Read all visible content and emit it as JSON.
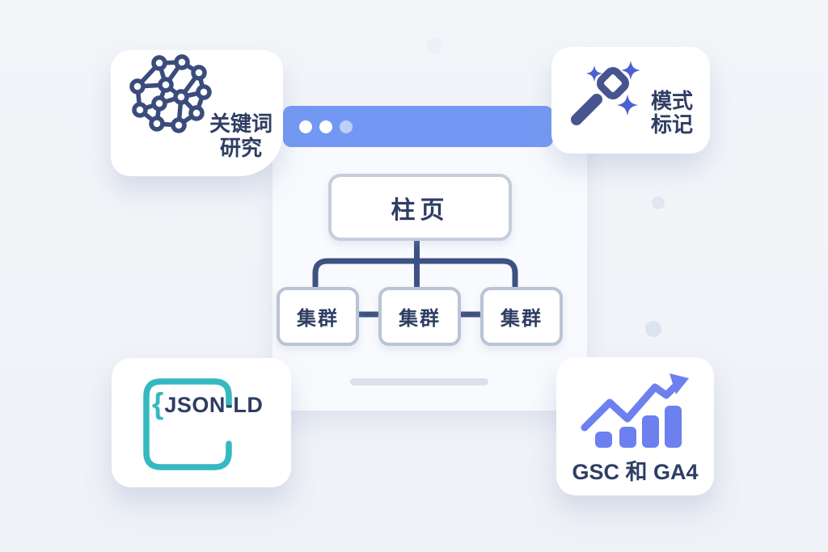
{
  "illustration_title": "SEO pillar page and topic cluster illustration",
  "browser": {
    "window_dots_count": 3,
    "bar_color": "#7398f3",
    "dot_colors": [
      "#ffffff",
      "#ffffff",
      "#bcd0f8"
    ]
  },
  "diagram": {
    "pillar_label": "柱页",
    "cluster_labels": [
      "集群",
      "集群",
      "集群"
    ],
    "connector_color": "#3d5282",
    "box_border_color": "#c0c9d9",
    "text_color": "#2e3e63"
  },
  "cards": {
    "keyword_research": {
      "icon": "network-graph-icon",
      "line1": "关键词",
      "line2": "研究"
    },
    "schema_markup": {
      "icon": "magic-wand-icon",
      "line1": "模式",
      "line2": "标记"
    },
    "json_ld": {
      "icon": "curly-brace-frame-icon",
      "brace": "{",
      "label": "JSON-LD",
      "frame_color": "#35b9c1"
    },
    "analytics": {
      "icon": "bar-chart-trend-icon",
      "label": "GSC 和 GA4",
      "icon_color": "#6d80ef"
    }
  },
  "colors": {
    "background": "#f1f3f8",
    "card_background": "#ffffff",
    "navy_text": "#2e3e63",
    "icon_navy": "#3a4c7c",
    "wand_navy": "#47548f",
    "sparkle_blue": "#4b60d3",
    "teal": "#35b9c1",
    "periwinkle": "#6d80ef",
    "accent_blue": "#7398f3"
  }
}
